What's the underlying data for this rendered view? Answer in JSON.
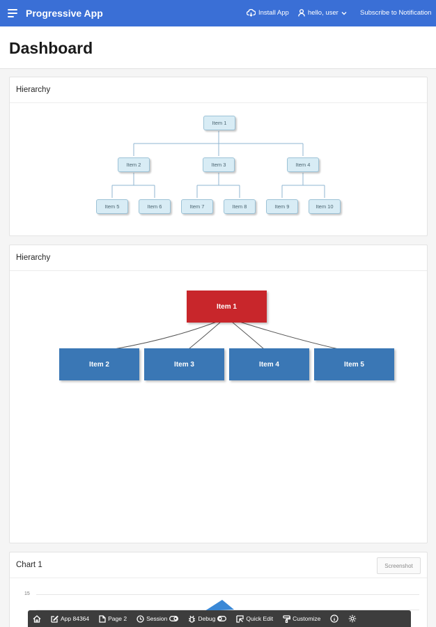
{
  "header": {
    "app_title": "Progressive App",
    "install_label": "Install App",
    "user_label": "hello, user",
    "subscribe_label": "Subscribe to Notification"
  },
  "page": {
    "title": "Dashboard"
  },
  "regions": [
    {
      "title": "Hierarchy",
      "nodes": [
        "Item 1",
        "Item 2",
        "Item 3",
        "Item 4",
        "Item 5",
        "Item 6",
        "Item 7",
        "Item 8",
        "Item 9",
        "Item 10"
      ]
    },
    {
      "title": "Hierarchy",
      "nodes": [
        "Item 1",
        "Item 2",
        "Item 3",
        "Item 4",
        "Item 5"
      ]
    },
    {
      "title": "Chart 1",
      "screenshot_label": "Screenshot",
      "axis_tick": "15"
    }
  ],
  "dev_toolbar": {
    "app": "App 84364",
    "page": "Page 2",
    "session": "Session",
    "debug": "Debug",
    "quick_edit": "Quick Edit",
    "customize": "Customize"
  },
  "colors": {
    "header_bg": "#3a6fd6",
    "root_node": "#c8262b",
    "child_node": "#3a77b5",
    "light_node": "#d8ecf5",
    "chart_accent": "#3a88d6"
  }
}
